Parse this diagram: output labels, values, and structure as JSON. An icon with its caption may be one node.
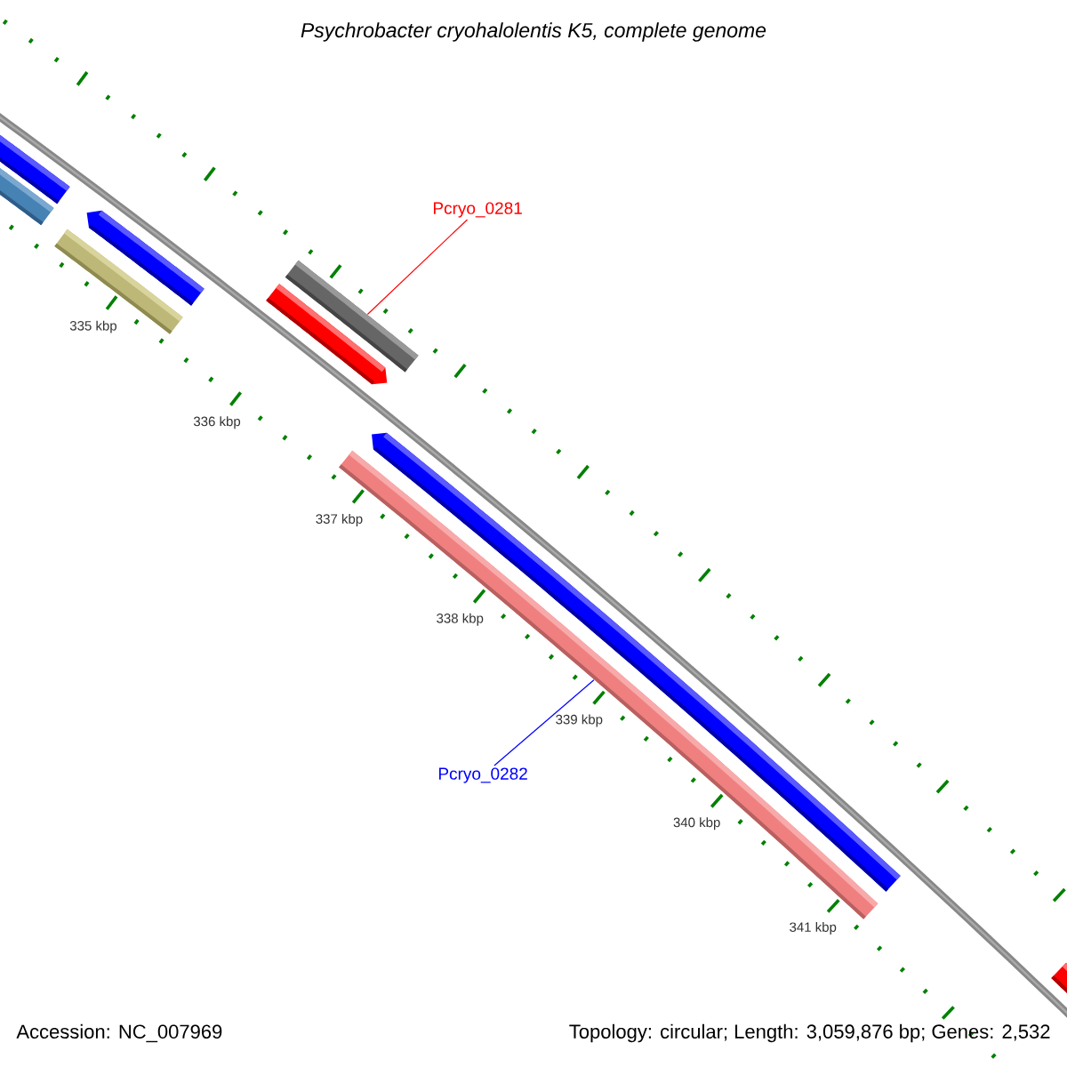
{
  "diagram": {
    "title": "Psychrobacter cryohalolentis K5, complete genome",
    "nodes": [
      {
        "text": [
          "Pcryo_0281"
        ]
      },
      {
        "text": [],
        "shape": "bar"
      },
      {
        "text": [
          "Pcryo_0282"
        ]
      },
      {
        "text": [],
        "shape": "bar"
      }
    ],
    "edges": [
      {
        "from": 0,
        "to": 1,
        "arrow": "none",
        "color": "#ff0000"
      },
      {
        "from": 2,
        "to": 3,
        "arrow": "none",
        "color": "#0000ff"
      }
    ],
    "labels": [
      "335 kbp",
      "336 kbp",
      "337 kbp",
      "338 kbp",
      "339 kbp",
      "340 kbp",
      "341 kbp",
      "Accession: NC_007969",
      "Topology: circular; Length: 3,059,876 bp; Genes: 2,532"
    ]
  }
}
